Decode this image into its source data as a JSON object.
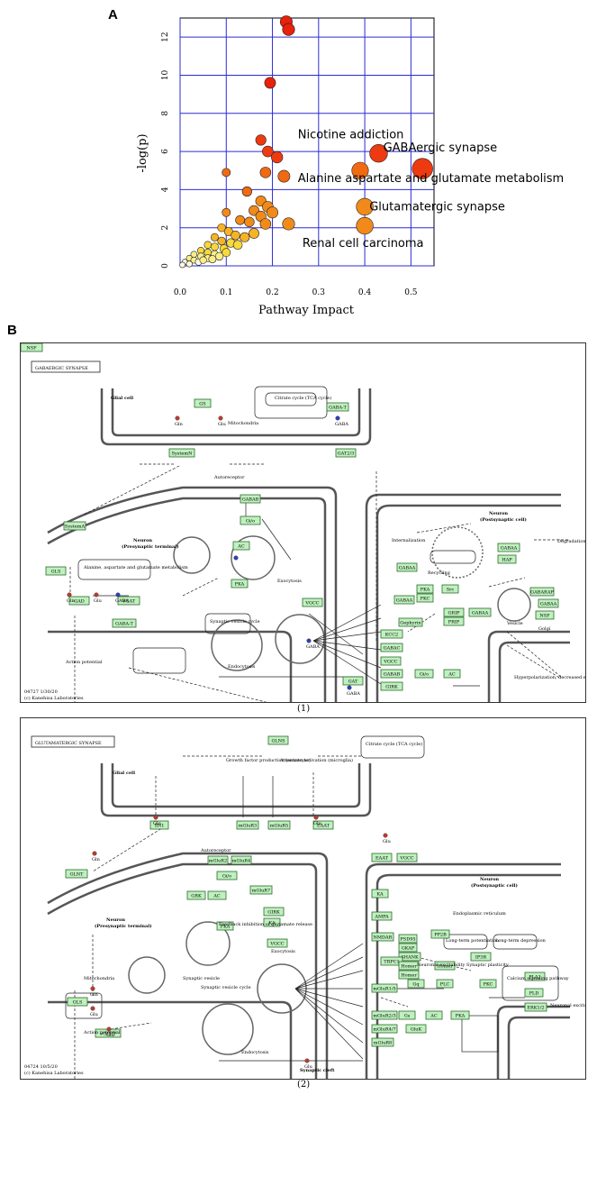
{
  "panel_a": {
    "letter": "A",
    "chart_data": {
      "type": "scatter",
      "xlabel": "Pathway Impact",
      "ylabel": "-log(p)",
      "xlim": [
        0,
        0.55
      ],
      "ylim": [
        0,
        13
      ],
      "x_ticks": [
        "0.0",
        "0.1",
        "0.2",
        "0.3",
        "0.4",
        "0.5"
      ],
      "y_ticks": [
        "0",
        "2",
        "4",
        "6",
        "8",
        "10",
        "12"
      ],
      "grid": true,
      "points": [
        {
          "x": 0.23,
          "y": 12.8
        },
        {
          "x": 0.235,
          "y": 12.4
        },
        {
          "x": 0.195,
          "y": 9.6
        },
        {
          "x": 0.175,
          "y": 6.6
        },
        {
          "x": 0.19,
          "y": 6.0
        },
        {
          "x": 0.21,
          "y": 5.7
        },
        {
          "x": 0.43,
          "y": 5.9
        },
        {
          "x": 0.525,
          "y": 5.1
        },
        {
          "x": 0.1,
          "y": 4.9
        },
        {
          "x": 0.185,
          "y": 4.9
        },
        {
          "x": 0.225,
          "y": 4.7
        },
        {
          "x": 0.39,
          "y": 5.0
        },
        {
          "x": 0.145,
          "y": 3.9
        },
        {
          "x": 0.175,
          "y": 3.4
        },
        {
          "x": 0.19,
          "y": 3.1
        },
        {
          "x": 0.4,
          "y": 3.1
        },
        {
          "x": 0.1,
          "y": 2.8
        },
        {
          "x": 0.16,
          "y": 2.9
        },
        {
          "x": 0.175,
          "y": 2.6
        },
        {
          "x": 0.2,
          "y": 2.8
        },
        {
          "x": 0.13,
          "y": 2.4
        },
        {
          "x": 0.15,
          "y": 2.3
        },
        {
          "x": 0.185,
          "y": 2.2
        },
        {
          "x": 0.235,
          "y": 2.2
        },
        {
          "x": 0.4,
          "y": 2.1
        },
        {
          "x": 0.09,
          "y": 2.0
        },
        {
          "x": 0.105,
          "y": 1.8
        },
        {
          "x": 0.12,
          "y": 1.6
        },
        {
          "x": 0.14,
          "y": 1.5
        },
        {
          "x": 0.16,
          "y": 1.7
        },
        {
          "x": 0.075,
          "y": 1.5
        },
        {
          "x": 0.09,
          "y": 1.3
        },
        {
          "x": 0.11,
          "y": 1.2
        },
        {
          "x": 0.125,
          "y": 1.1
        },
        {
          "x": 0.06,
          "y": 1.1
        },
        {
          "x": 0.075,
          "y": 1.0
        },
        {
          "x": 0.095,
          "y": 0.9
        },
        {
          "x": 0.045,
          "y": 0.8
        },
        {
          "x": 0.06,
          "y": 0.7
        },
        {
          "x": 0.075,
          "y": 0.6
        },
        {
          "x": 0.03,
          "y": 0.6
        },
        {
          "x": 0.045,
          "y": 0.5
        },
        {
          "x": 0.06,
          "y": 0.4
        },
        {
          "x": 0.02,
          "y": 0.4
        },
        {
          "x": 0.03,
          "y": 0.3
        },
        {
          "x": 0.04,
          "y": 0.2
        },
        {
          "x": 0.01,
          "y": 0.2
        },
        {
          "x": 0.02,
          "y": 0.1
        },
        {
          "x": 0.005,
          "y": 0.05
        },
        {
          "x": 0.05,
          "y": 0.3
        },
        {
          "x": 0.085,
          "y": 0.5
        },
        {
          "x": 0.1,
          "y": 0.7
        },
        {
          "x": 0.07,
          "y": 0.35
        }
      ],
      "annotations": [
        {
          "text": "Nicotine addiction",
          "x": 0.255,
          "y": 6.7
        },
        {
          "text": "GABAergic synapse",
          "x": 0.44,
          "y": 6.0
        },
        {
          "text": "Alanine aspartate and glutamate metabolism",
          "x": 0.255,
          "y": 4.4
        },
        {
          "text": "Glutamatergic synapse",
          "x": 0.41,
          "y": 2.9
        },
        {
          "text": "Renal cell carcinoma",
          "x": 0.265,
          "y": 1.0
        }
      ]
    }
  },
  "panel_b": {
    "letter": "B",
    "map1": {
      "title": "GABAERGIC SYNAPSE",
      "footer_id": "04727 1/30/20",
      "footer_copy": "(c) Kanehisa Laboratories",
      "caption": "(1)",
      "labels": {
        "glial": "Glial cell",
        "mito": "Mitochondria",
        "neuron_pre": "Neuron",
        "neuron_pre_sub": "(Presynaptic terminal)",
        "neuron_post": "Neuron",
        "neuron_post_sub": "(Postsynaptic cell)",
        "autoreceptor": "Autoreceptor",
        "ala": "Alanine, aspartate and glutamate metabolism",
        "vesicle_cycle": "Synaptic vesicle cycle",
        "exocytosis": "Exocytosis",
        "endocytosis": "Endocytosis",
        "internalization": "Internalization",
        "recycling": "Recycling",
        "vesicle": "Vesicle",
        "golgi": "Golgi",
        "degradation": "Degradation",
        "hyperpol": "Hyperpolarization, decreased excitability",
        "action": "Action potential",
        "citrate": "Citrate cycle (TCA cycle)",
        "gaba": "GABA",
        "glu": "Glu",
        "gln": "Gln"
      },
      "genes": [
        "GS",
        "GABA-T",
        "SystemN",
        "GAT2/3",
        "SystemA",
        "GLS",
        "GAD",
        "VGAT",
        "GABA-T",
        "GABAB",
        "Gi/o",
        "AC",
        "PKA",
        "VGCC",
        "GAT",
        "GABAA",
        "GABAA",
        "GABAA",
        "PKA",
        "Src",
        "PKC",
        "GABARAP",
        "NSF",
        "GRIP",
        "PRIP",
        "Gephyrin",
        "KCC2",
        "GABAC",
        "VGCC",
        "GABAB",
        "Gi/o",
        "AC",
        "GIRK",
        "GABAA",
        "GABAA",
        "NSF",
        "HAP"
      ]
    },
    "map2": {
      "title": "GLUTAMATERGIC SYNAPSE",
      "footer_id": "04724 10/5/20",
      "footer_copy": "(c) Kanehisa Laboratories",
      "caption": "(2)",
      "labels": {
        "glial": "Glial cell",
        "citrate": "Citrate cycle (TCA cycle)",
        "growth": "Growth factor production (astrocyte)",
        "attenuate": "Attenuate activation (microglia)",
        "neuron_pre": "Neuron",
        "neuron_pre_sub": "(Presynaptic terminal)",
        "neuron_post": "Neuron",
        "neuron_post_sub": "(Postsynaptic cell)",
        "autoreceptor": "Autoreceptor",
        "feedback": "Feedback inhibition of glutamate release",
        "mito": "Mitochondria",
        "vesicle": "Synaptic vesicle",
        "vesicle_cycle": "Synaptic vesicle cycle",
        "exocytosis": "Exocytosis",
        "endocytosis": "Endocytosis",
        "ltp": "Long-term potentiation",
        "ltd": "Long-term depression",
        "excit": "Neuronal excitability Synaptic plasticity",
        "er": "Endoplasmic reticulum",
        "calcium": "Calcium signaling pathway",
        "excit2": "Neuronal excitability Synaptic plasticity",
        "action": "Action potential",
        "cleft": "Synaptic cleft",
        "glu": "Glu",
        "gln": "Gln"
      },
      "genes": [
        "GLNS",
        "SN1",
        "mGluR3",
        "mGluR5",
        "EAAT",
        "GLNT",
        "GLS",
        "vGLUT",
        "mGluR2",
        "mGluR4",
        "Gi/o",
        "GRK",
        "AC",
        "PKA",
        "mGluR7",
        "GIRK",
        "KA",
        "VGCC",
        "EAAT",
        "VGCC",
        "KA",
        "AMPA",
        "NMDAR",
        "PSD95",
        "GKAP",
        "SHANK",
        "TRPC1",
        "Homer",
        "Homer",
        "Homer",
        "PP2B",
        "IP3R",
        "mGluR1/5",
        "Gq",
        "PLC",
        "PKC",
        "PLA2",
        "PLD",
        "ERK1/2",
        "mGluR2/3",
        "Gs",
        "AC",
        "PKA",
        "mGluR4/7",
        "mGluR8",
        "GluK"
      ]
    }
  }
}
